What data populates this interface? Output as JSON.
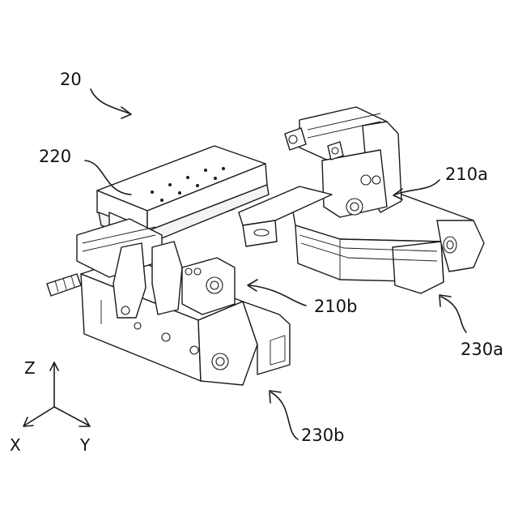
{
  "figure": {
    "labels": {
      "assembly": "20",
      "slide_unit": "220",
      "clamp_a": "210a",
      "clamp_b": "210b",
      "jaw_a": "230a",
      "jaw_b": "230b"
    },
    "axes": {
      "z": "Z",
      "x": "X",
      "y": "Y"
    }
  }
}
